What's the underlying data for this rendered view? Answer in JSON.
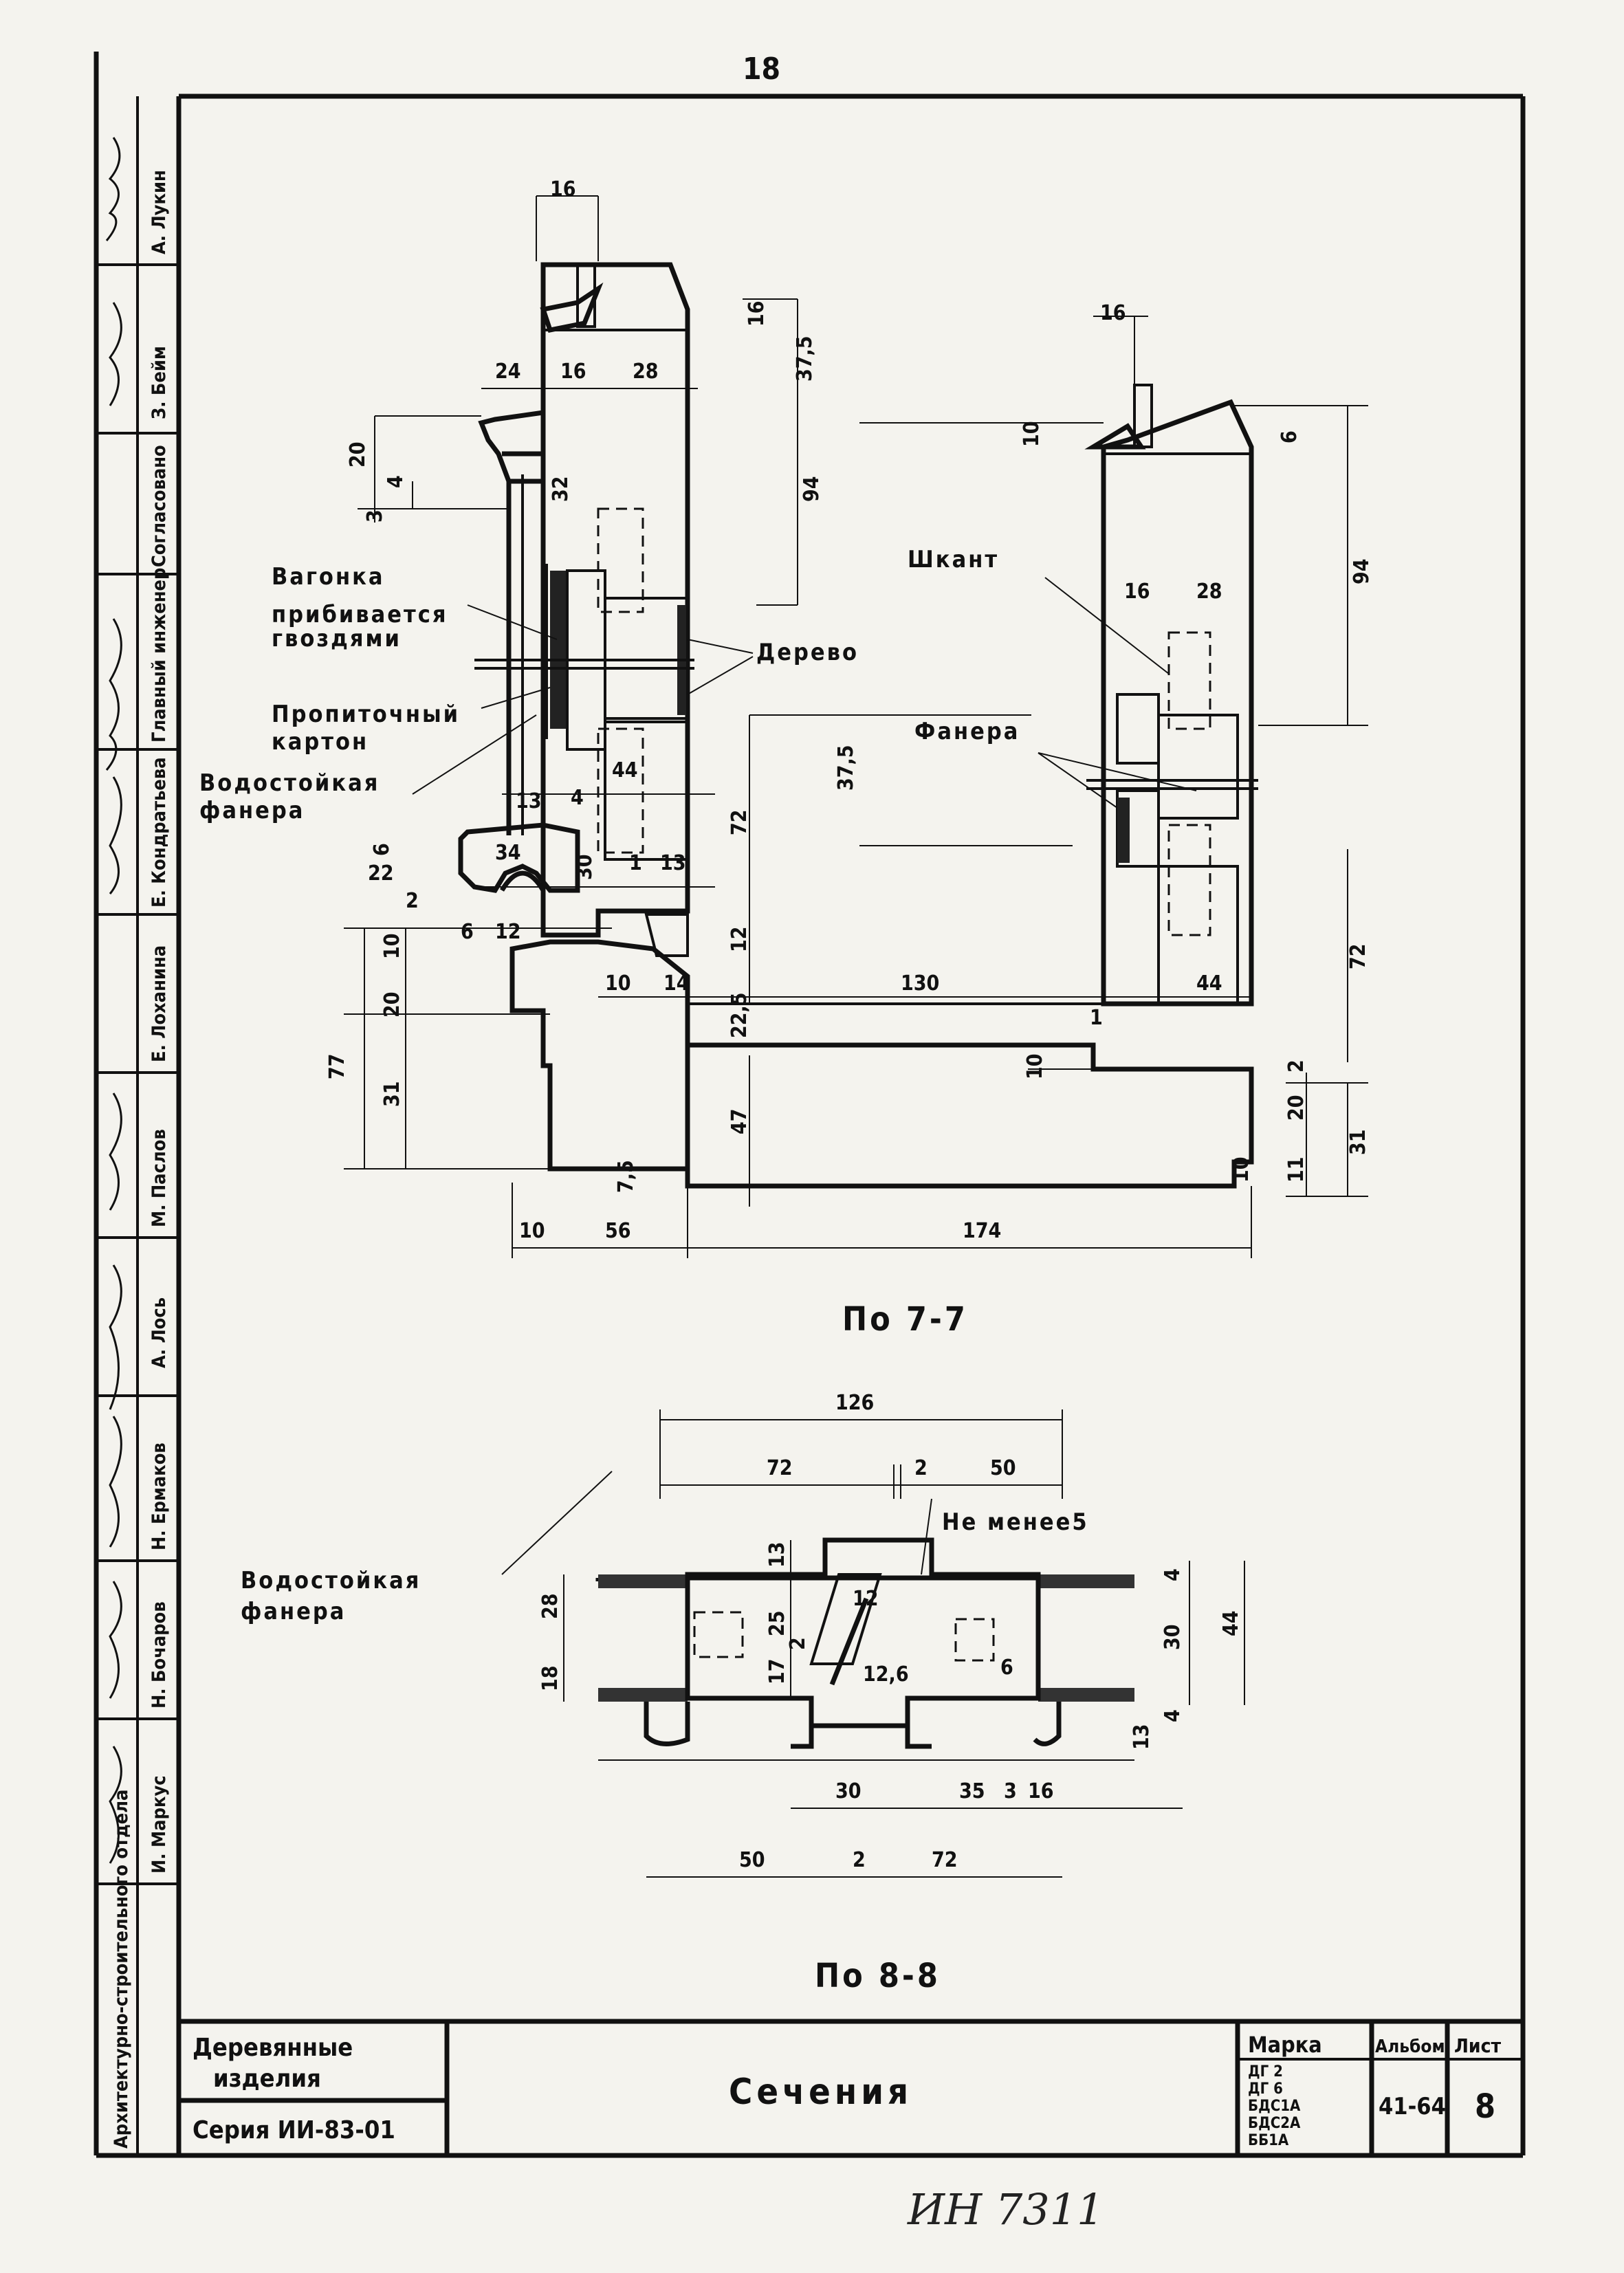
{
  "page_number": "18",
  "section_7_label": "По 7-7",
  "section_8_label": "По 8-8",
  "labels": {
    "vagonka": "Вагонка",
    "pribivaetsya": "прибивается",
    "gvozdyami": "гвоздями",
    "propitannyi": "Пропиточный",
    "karton": "картон",
    "vodostoikaya": "Водостойкая",
    "fanera": "фанера",
    "derevo": "Дерево",
    "shkant": "Шкант",
    "fanera_right": "Фанера",
    "ne_menee": "Не менее5",
    "vodostoikaya_bottom": "Водостойкая",
    "fanera_bottom": "фанера"
  },
  "dims_left": {
    "d16_top": "16",
    "d24": "24",
    "d16": "16",
    "d28": "28",
    "d20": "20",
    "d4": "4",
    "d3": "3",
    "d32": "32",
    "d13": "13",
    "d4b": "4",
    "d44": "44",
    "d6": "6",
    "d22": "22",
    "d2a": "2",
    "d34": "34",
    "d30": "30",
    "d1": "1",
    "d13b": "13",
    "d6b": "6",
    "d12": "12",
    "d10a": "10",
    "d20b": "20",
    "d77": "77",
    "d31": "31",
    "d10b": "10",
    "d14": "14",
    "d7_5": "7,5",
    "d10c": "10",
    "d56": "56",
    "d174": "174"
  },
  "dims_mid": {
    "d16": "16",
    "d37_5": "37,5",
    "d94": "94",
    "d37_5b": "37,5",
    "d72": "72",
    "d12": "12",
    "d22_5": "22,5",
    "d130": "130",
    "d47": "47",
    "d10": "10"
  },
  "dims_right": {
    "d16_top": "16",
    "d10": "10",
    "d6": "6",
    "d94": "94",
    "d16": "16",
    "d28": "28",
    "d44": "44",
    "d72": "72",
    "d1": "1",
    "d2": "2",
    "d20": "20",
    "d31": "31",
    "d11": "11",
    "d10b": "10"
  },
  "dims_s8": {
    "d126": "126",
    "d72": "72",
    "d2": "2",
    "d50": "50",
    "d13": "13",
    "d28": "28",
    "d18": "18",
    "d25": "25",
    "d12": "12",
    "d17": "17",
    "d2b": "2",
    "d12_6": "12,6",
    "d6": "6",
    "d4": "4",
    "d30": "30",
    "d44": "44",
    "d13b": "13",
    "d4b": "4",
    "d30b": "30",
    "d35": "35",
    "d3": "3",
    "d16": "16",
    "d50b": "50",
    "d2c": "2",
    "d72b": "72"
  },
  "stamp_column": [
    "А. Лукин",
    "З. Бейм",
    "Согласовано",
    "Главный инженер",
    "Е. Кондратьева",
    "Е. Лоханина",
    "М. Паслов",
    "А. Лось",
    "Н. Ермаков",
    "Н. Бочаров",
    "И. Маркус",
    "Архитектурно-строительного отдела"
  ],
  "title_block": {
    "product_line1": "Деревянные",
    "product_line2": "изделия",
    "series": "Серия ИИ-83-01",
    "title": "Сечения",
    "marka_head": "Марка",
    "marka_items": [
      "ДГ 2",
      "ДГ 6",
      "БДС1А",
      "БДС2А",
      "ББ1А"
    ],
    "album_head": "Альбом",
    "album_value": "41-64",
    "sheet_head": "Лист",
    "sheet_value": "8"
  },
  "inventory_number": "ИН 7311"
}
